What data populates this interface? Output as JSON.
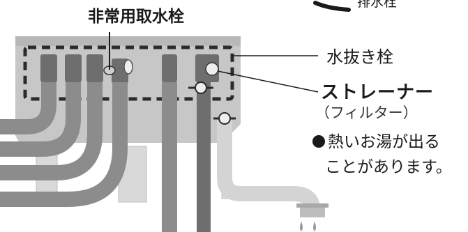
{
  "labels": {
    "emergency_tap": "非常用取水栓",
    "drain_plug": "排水栓",
    "drain_tap": "水抜き栓",
    "strainer": "ストレーナー",
    "filter_note": "（フィルター）",
    "hot_water_warning_line1": "熱いお湯が出る",
    "hot_water_warning_line2": "ことがあります。"
  },
  "colors": {
    "unit_body": "#c7c7c7",
    "pipe_dark": "#6e6e6e",
    "pipe_mid": "#8c8c8c",
    "pipe_light": "#d4d4d4",
    "dashed_frame": "#2b2b2b",
    "text": "#1a1a1a"
  }
}
